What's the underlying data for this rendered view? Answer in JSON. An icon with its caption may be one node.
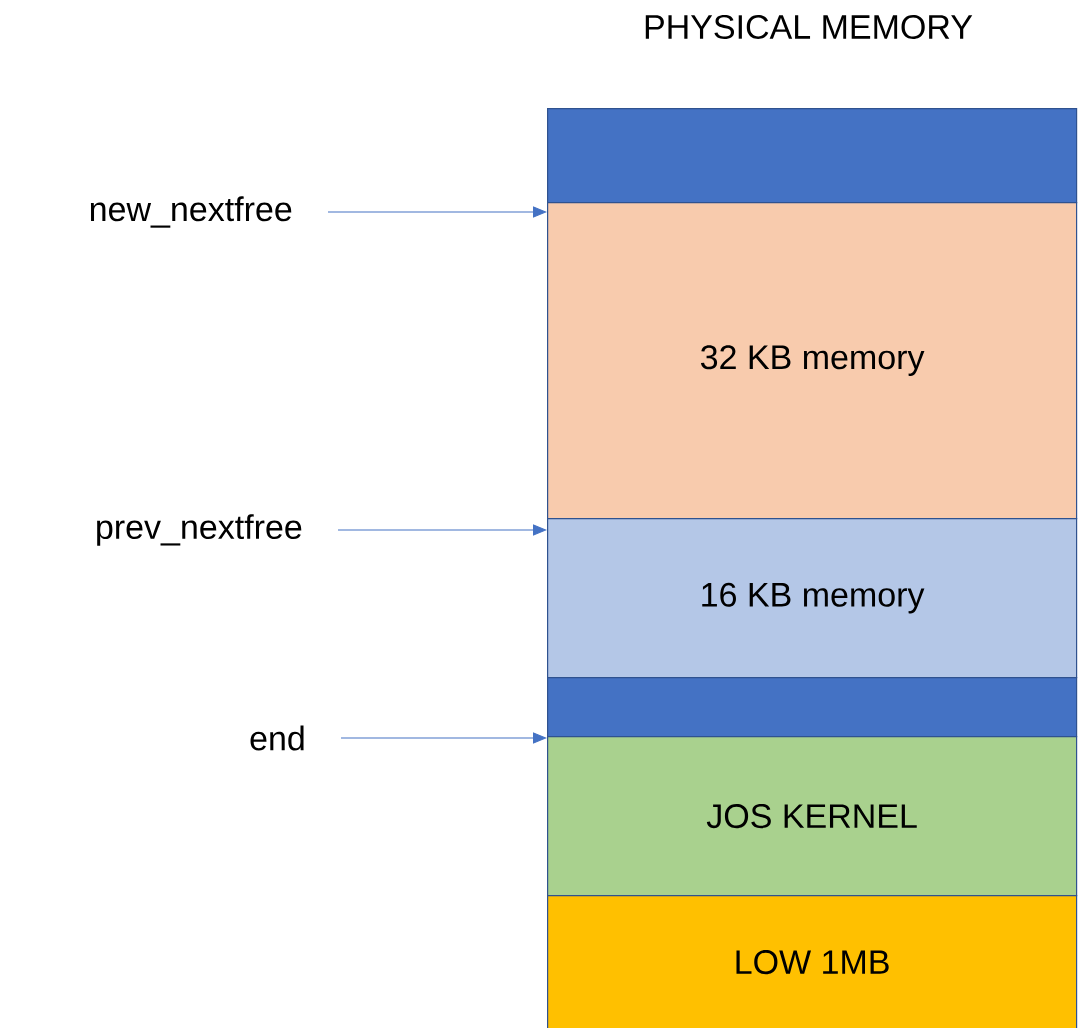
{
  "diagram": {
    "title": "PHYSICAL MEMORY",
    "nodes": [
      {
        "text": [],
        "shape": "box"
      },
      {
        "text": [
          "32 KB memory"
        ]
      },
      {
        "text": [
          "16 KB memory"
        ]
      },
      {
        "text": [],
        "shape": "box"
      },
      {
        "text": [
          "JOS KERNEL"
        ]
      },
      {
        "text": [
          "LOW 1MB"
        ]
      },
      {
        "text": [
          "new_nextfree"
        ]
      },
      {
        "text": [
          "prev_nextfree"
        ]
      },
      {
        "text": [
          "end"
        ]
      }
    ],
    "edges": [
      {
        "from": 6,
        "to": 1,
        "arrow": "to"
      },
      {
        "from": 7,
        "to": 2,
        "arrow": "to"
      },
      {
        "from": 8,
        "to": 4,
        "arrow": "to"
      }
    ]
  }
}
